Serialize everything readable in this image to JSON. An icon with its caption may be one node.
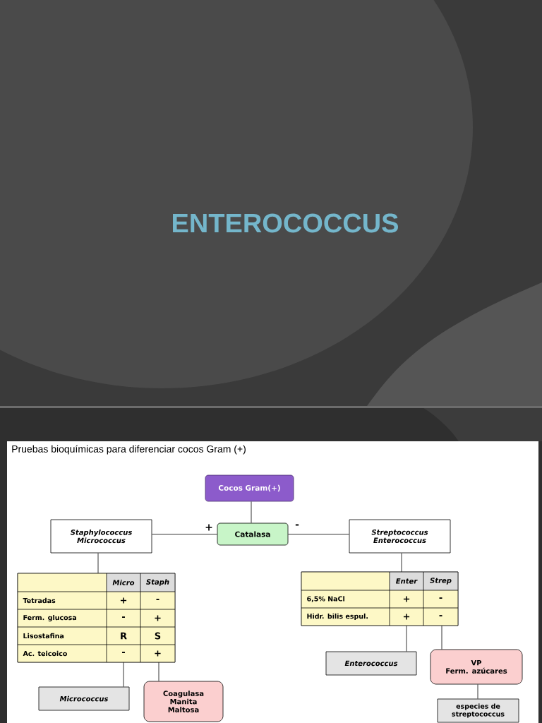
{
  "diagram": {
    "title": "ENTEROCOCCUS",
    "nodes": [
      {
        "text": [
          "Cocos Gram(+)"
        ]
      },
      {
        "text": [
          "Staphylococcus",
          "Micrococcus"
        ]
      },
      {
        "text": [
          "Catalasa"
        ]
      },
      {
        "text": [
          "Streptococcus",
          "Enterococcus"
        ]
      },
      {
        "text": [
          "Micro",
          "Staph",
          "Tetradas",
          "+",
          "-",
          "Ferm. glucosa",
          "-",
          "+",
          "Lisostafina",
          "R",
          "S",
          "Ac. teicoico",
          "-",
          "+"
        ]
      },
      {
        "text": [
          "Enter",
          "Strep",
          "6,5% NaCl",
          "+",
          "-",
          "Hidr. bilis espul.",
          "+",
          "-"
        ]
      },
      {
        "text": [
          "Micrococcus"
        ]
      },
      {
        "text": [
          "Coagulasa",
          "Manita",
          "Maltosa"
        ]
      },
      {
        "text": [
          "Enterococcus"
        ]
      },
      {
        "text": [
          "VP",
          "Ferm. azúcares"
        ]
      },
      {
        "text": [
          "especies de streptococcus"
        ]
      }
    ],
    "edges": [
      {
        "from": 0,
        "to": 2,
        "arrow": "none"
      },
      {
        "from": 2,
        "to": 1,
        "arrow": "none",
        "label": "+"
      },
      {
        "from": 2,
        "to": 3,
        "arrow": "none",
        "label": "-"
      },
      {
        "from": 1,
        "to": 4,
        "arrow": "none"
      },
      {
        "from": 3,
        "to": 5,
        "arrow": "none"
      },
      {
        "from": 4,
        "to": 6,
        "arrow": "none"
      },
      {
        "from": 4,
        "to": 7,
        "arrow": "none"
      },
      {
        "from": 5,
        "to": 8,
        "arrow": "none"
      },
      {
        "from": 5,
        "to": 9,
        "arrow": "none"
      },
      {
        "from": 9,
        "to": 10,
        "arrow": "none"
      }
    ],
    "labels": [
      "Pruebas bioquímicas para diferenciar cocos Gram (+)"
    ]
  }
}
